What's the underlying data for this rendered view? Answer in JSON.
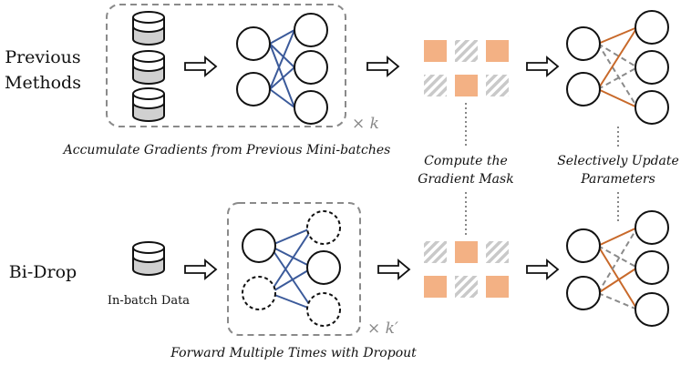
{
  "rows": {
    "previous": {
      "label_line1": "Previous",
      "label_line2": "Methods"
    },
    "bidrop": {
      "label": "Bi-Drop"
    }
  },
  "captions": {
    "accumulate": "Accumulate Gradients from Previous Mini-batches",
    "compute_line1": "Compute the",
    "compute_line2": "Gradient Mask",
    "update_line1": "Selectively Update",
    "update_line2": "Parameters",
    "forward": "Forward Multiple Times with Dropout",
    "inbatch": "In-batch Data"
  },
  "multipliers": {
    "top": "× k",
    "bottom": "× k′"
  },
  "colors": {
    "blue_edge": "#3b5a9a",
    "orange_edge": "#c8692a",
    "mask_fill": "#f3b184",
    "mask_hatch": "#c9c9c9",
    "gray_dashed": "#8a8a8a",
    "db_fill": "#d0d0d0"
  }
}
